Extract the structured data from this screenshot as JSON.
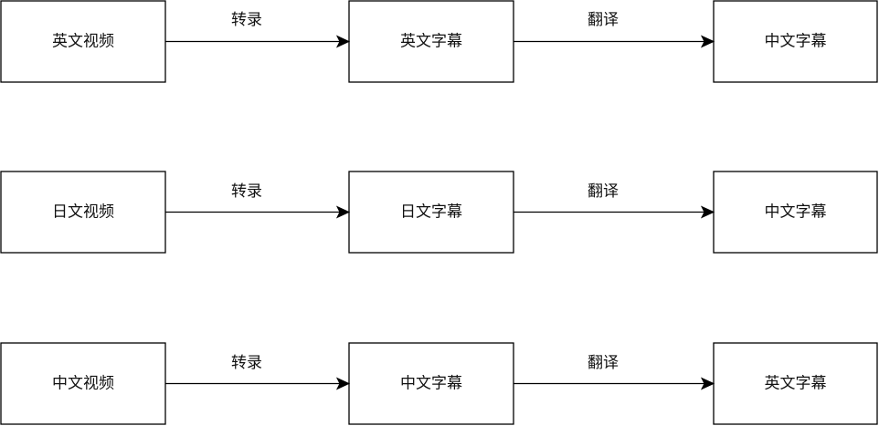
{
  "rows": [
    {
      "nodes": [
        "英文视频",
        "英文字幕",
        "中文字幕"
      ],
      "edges": [
        "转录",
        "翻译"
      ]
    },
    {
      "nodes": [
        "日文视频",
        "日文字幕",
        "中文字幕"
      ],
      "edges": [
        "转录",
        "翻译"
      ]
    },
    {
      "nodes": [
        "中文视频",
        "中文字幕",
        "英文字幕"
      ],
      "edges": [
        "转录",
        "翻译"
      ]
    }
  ]
}
